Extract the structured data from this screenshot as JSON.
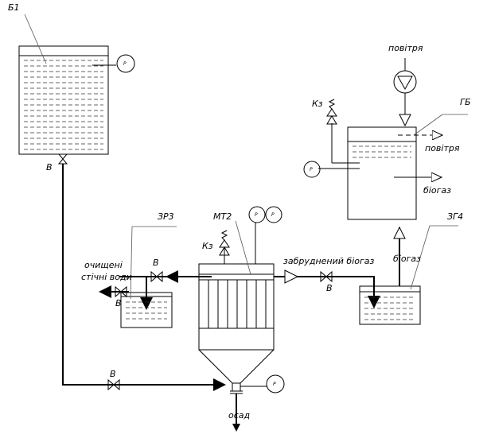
{
  "labels": {
    "b1": "Б1",
    "b1_valve": "В",
    "gb": "ГБ",
    "zr3": "ЗР3",
    "mt2": "МТ2",
    "zg4": "ЗГ4",
    "povitria_in": "повітря",
    "povitria_out": "повітря",
    "biohaz_out": "біогаз",
    "biohaz_up": "біогаз",
    "kz_top": "Кз",
    "kz_mid": "Кз",
    "ochyshcheni_1": "очищені",
    "ochyshcheni_2": "стічні води",
    "valve_left1": "В",
    "valve_left2": "В",
    "valve_mid": "В",
    "valve_bottom": "В",
    "zabrudneniy": "забруднений біогаз",
    "osad": "осад"
  },
  "gauges": {
    "b1_gauge": "Р",
    "gb_gauge": "Р",
    "mt2_p": "Р",
    "mt2_r": "Р",
    "bottom_gauge": "Р"
  },
  "colors": {
    "line": "#000000",
    "liquid": "#333333"
  },
  "icons": [
    "gauge-icon",
    "valve-icon",
    "safety-valve-icon",
    "pump-icon",
    "flow-arrow-icon"
  ]
}
